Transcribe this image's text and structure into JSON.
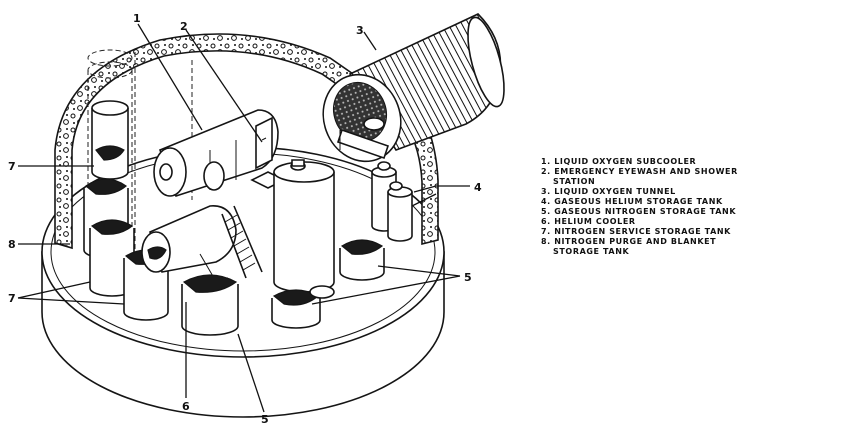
{
  "callouts": {
    "c1": "1",
    "c2": "2",
    "c3": "3",
    "c4": "4",
    "c5a": "5",
    "c5b": "5",
    "c6": "6",
    "c7a": "7",
    "c7b": "7",
    "c8": "8"
  },
  "legend": {
    "items": [
      "1. LIQUID OXYGEN SUBCOOLER",
      "2. EMERGENCY EYEWASH AND SHOWER",
      "STATION",
      "3. LIQUID OXYGEN TUNNEL",
      "4. GASEOUS HELIUM STORAGE TANK",
      "5. GASEOUS NITROGEN STORAGE TANK",
      "6. HELIUM COOLER",
      "7. NITROGEN SERVICE STORAGE TANK",
      "8. NITROGEN PURGE AND BLANKET",
      "STORAGE TANK"
    ]
  }
}
